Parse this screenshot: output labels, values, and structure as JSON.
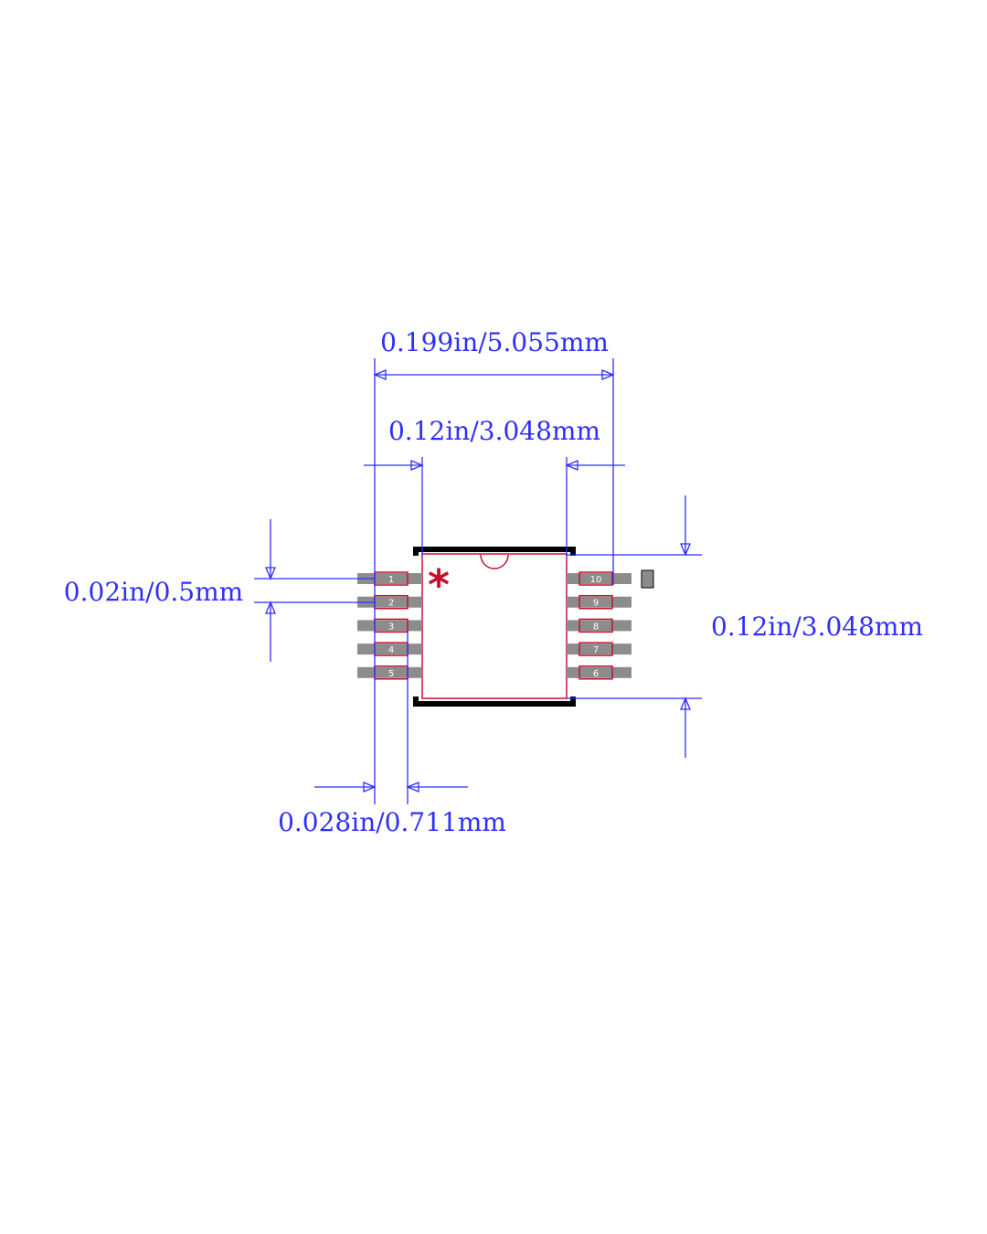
{
  "footprint": {
    "pin_count": 10,
    "pins_left": [
      "1",
      "2",
      "3",
      "4",
      "5"
    ],
    "pins_right": [
      "10",
      "9",
      "8",
      "7",
      "6"
    ],
    "pin1_marker": "*"
  },
  "dimensions": {
    "overall_width": "0.199in/5.055mm",
    "body_width": "0.12in/3.048mm",
    "pitch": "0.02in/0.5mm",
    "body_height": "0.12in/3.048mm",
    "pad_length": "0.028in/0.711mm"
  },
  "colors": {
    "dimension": "#2f2fff",
    "silkscreen": "#000000",
    "courtyard": "#c8102e",
    "pad": "#8c8c8c",
    "pin1_marker": "#c8102e"
  }
}
